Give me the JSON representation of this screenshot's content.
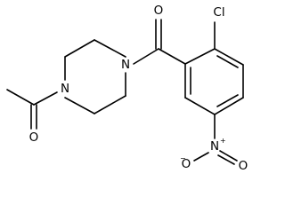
{
  "atoms": {
    "o_ketone": "O",
    "n_amide": "N",
    "n_acetyl": "N",
    "o_acetyl": "O",
    "cl": "Cl",
    "n_nitro": "N",
    "o_nitro_left": "O",
    "o_nitro_right": "O",
    "plus_charge": "+",
    "minus_charge": "−"
  }
}
